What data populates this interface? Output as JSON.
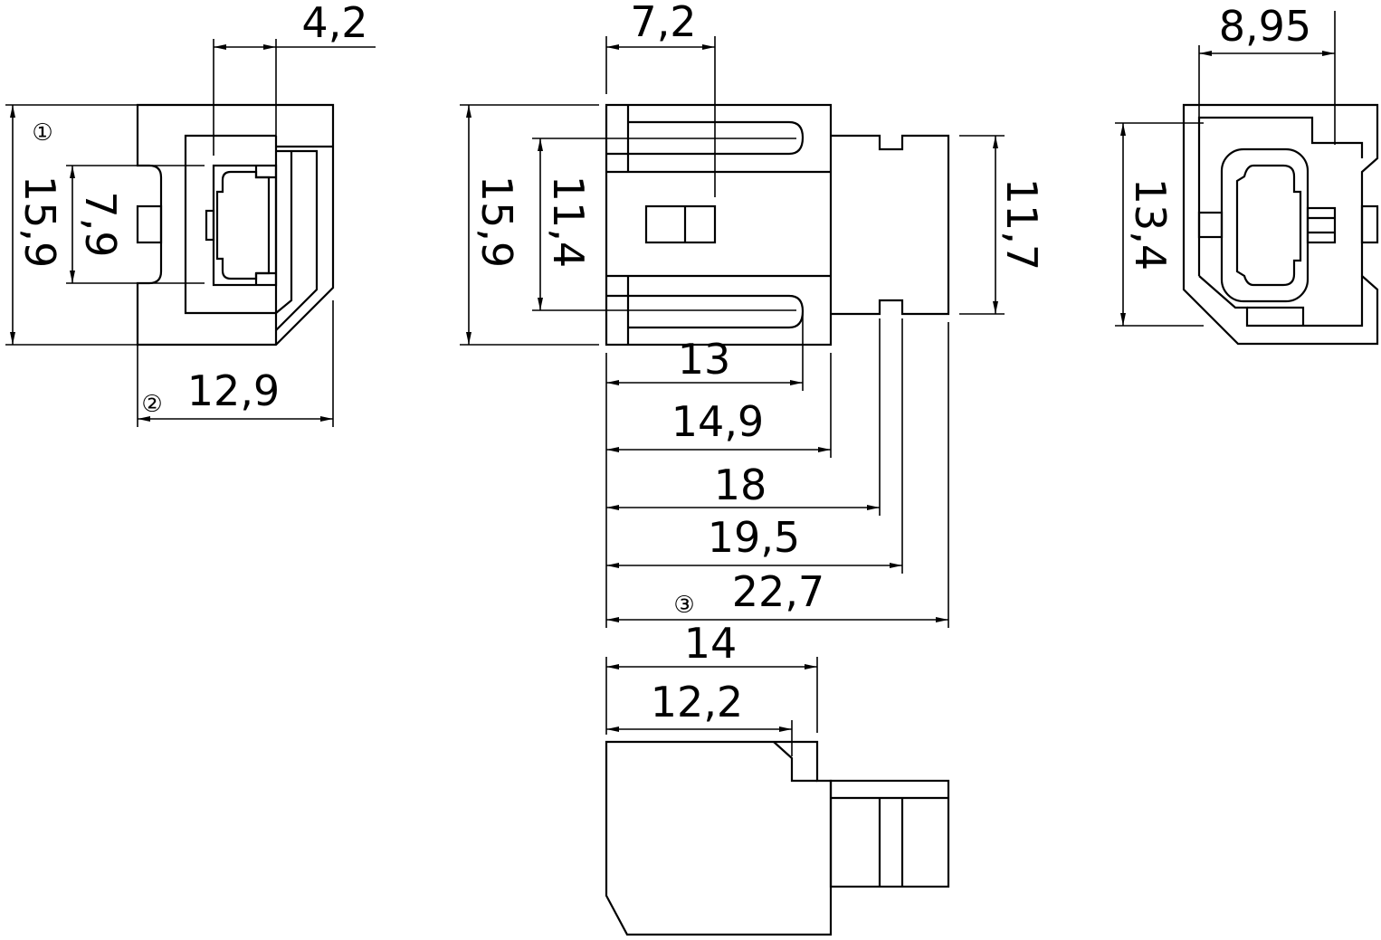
{
  "drawing": {
    "view_markers": {
      "first": "①",
      "second": "②",
      "third": "③"
    },
    "side_view": {
      "width_top": "4,2",
      "height": "15,9",
      "opening_height": "7,9",
      "depth": "12,9"
    },
    "front_view": {
      "tab_width": "7,2",
      "height": "15,9",
      "slot_span": "11,4",
      "plug_height": "11,7",
      "slot_length": "13",
      "body_length": "14,9",
      "notch_start": "18",
      "notch_end": "19,5",
      "overall_length": "22,7"
    },
    "end_view": {
      "opening_width": "8,95",
      "opening_height": "13,4"
    },
    "bottom_view": {
      "top_length": "14",
      "step_length": "12,2"
    }
  }
}
